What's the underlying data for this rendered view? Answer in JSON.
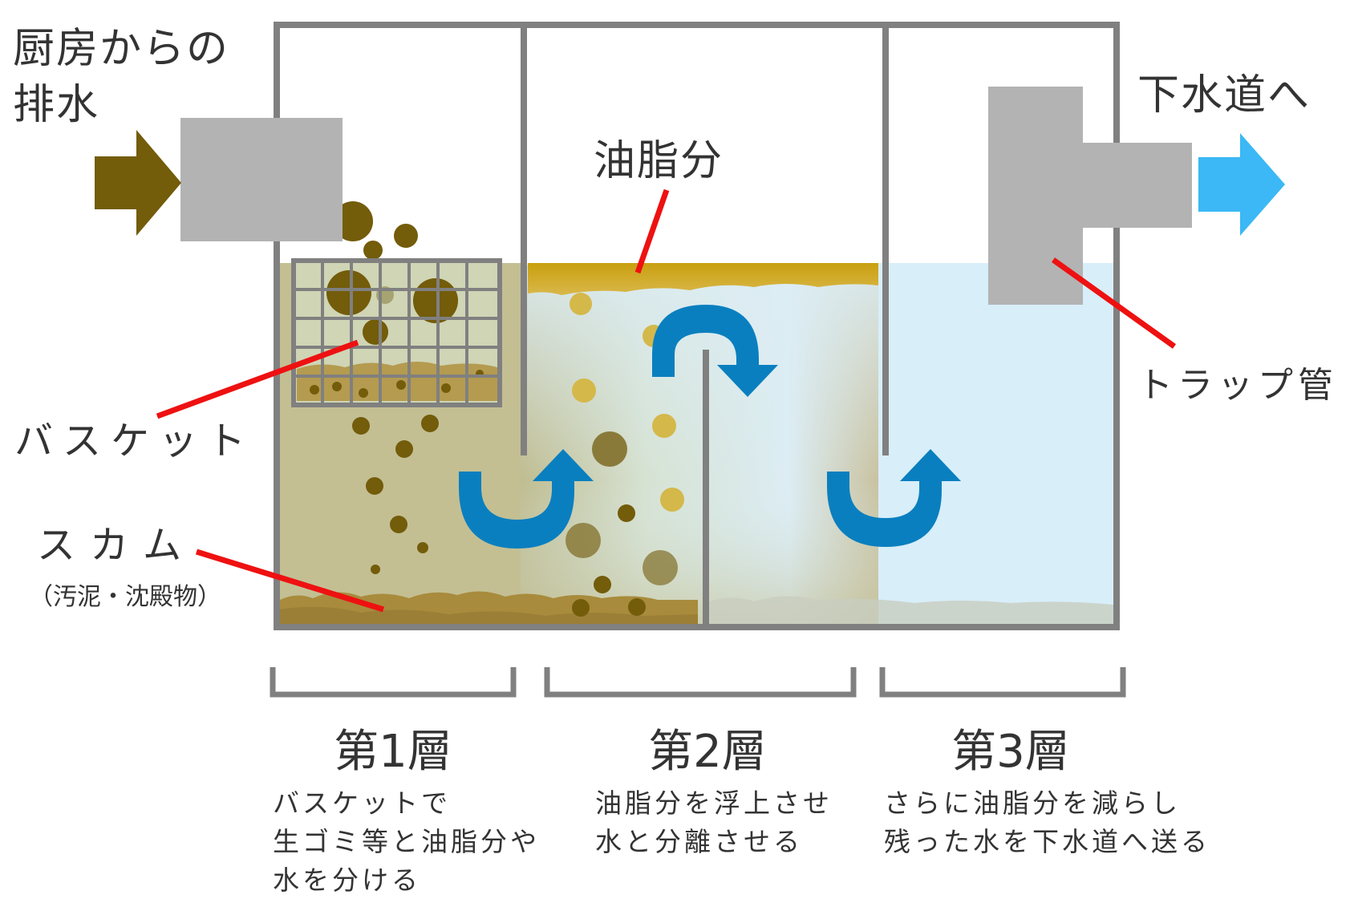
{
  "labels": {
    "inflow_line1": "厨房からの",
    "inflow_line2": "排水",
    "outflow": "下水道へ",
    "oil": "油脂分",
    "basket": "バスケット",
    "scum": "スカム",
    "scum_note": "（汚泥・沈殿物）",
    "trap_pipe": "トラップ管"
  },
  "layers": [
    {
      "title": "第1層",
      "description": [
        "バスケットで",
        "生ゴミ等と油脂分や",
        "水を分ける"
      ]
    },
    {
      "title": "第2層",
      "description": [
        "油脂分を浮上させ",
        "水と分離させる"
      ]
    },
    {
      "title": "第3層",
      "description": [
        "さらに油脂分を減らし",
        "残った水を下水道へ送る"
      ]
    }
  ],
  "colors": {
    "tank_wall": "#808080",
    "pipe": "#b3b3b3",
    "inflow_arrow": "#735c0a",
    "outflow_arrow": "#3bb8f5",
    "flow_arrow": "#0a7fbf",
    "pointer_line": "#ee1111",
    "oil_layer": "#c9a11f",
    "sludge": "#a88b3c",
    "water_layer1": "#c3bf93",
    "water_layer3": "#d8eef9"
  }
}
